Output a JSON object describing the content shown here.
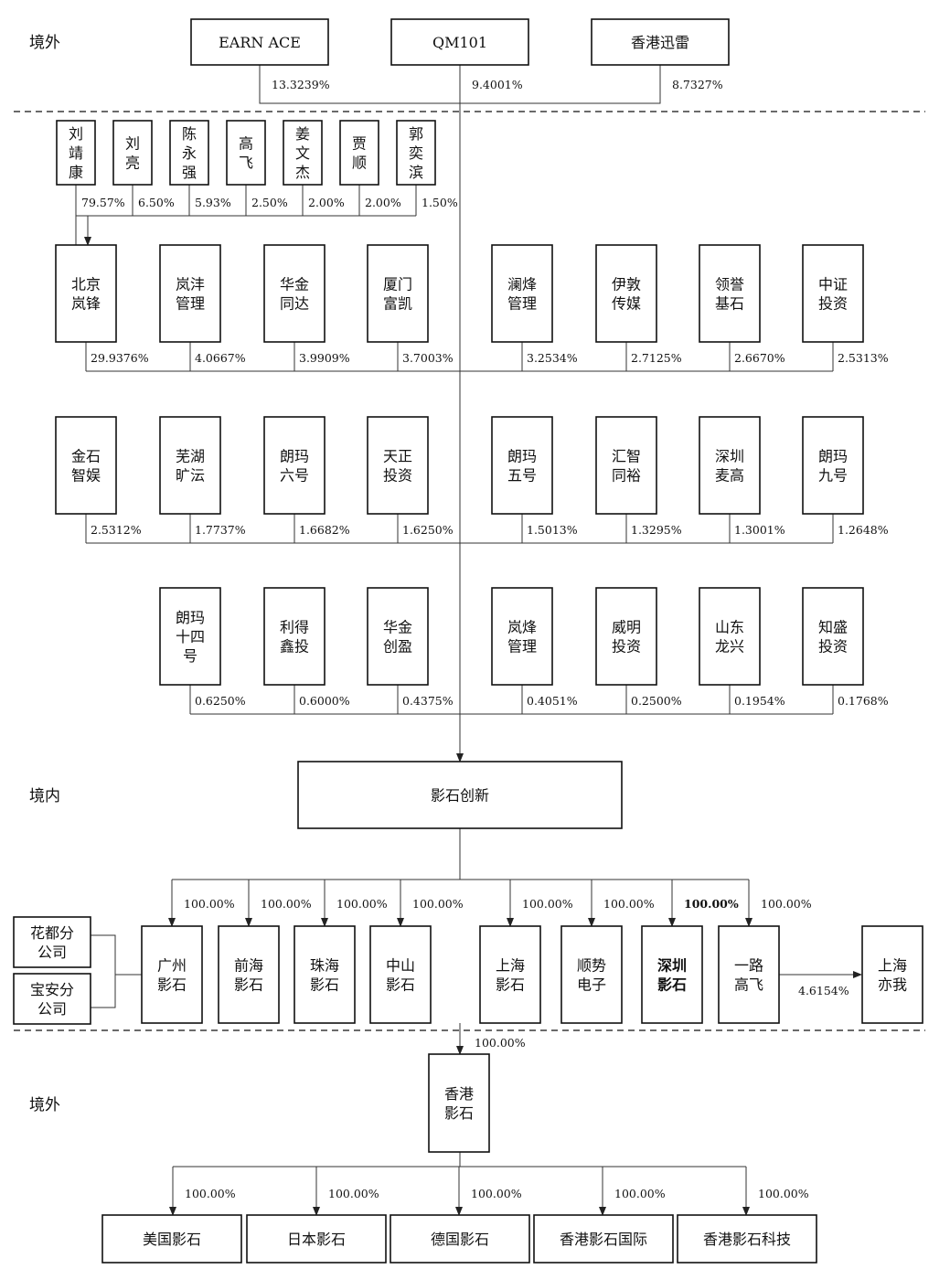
{
  "regions": {
    "top": "境外",
    "middle": "境内",
    "bottom": "境外"
  },
  "offshore_holders": [
    {
      "name": "EARN ACE",
      "pct": "13.3239%"
    },
    {
      "name": "QM101",
      "pct": "9.4001%"
    },
    {
      "name": "香港迅雷",
      "pct": "8.7327%"
    }
  ],
  "individuals": [
    {
      "name": "刘靖康",
      "pct": "79.57%"
    },
    {
      "name": "刘亮",
      "pct": "6.50%"
    },
    {
      "name": "陈永强",
      "pct": "5.93%"
    },
    {
      "name": "高飞",
      "pct": "2.50%"
    },
    {
      "name": "姜文杰",
      "pct": "2.00%"
    },
    {
      "name": "贾顺",
      "pct": "2.00%"
    },
    {
      "name": "郭奕滨",
      "pct": "1.50%"
    }
  ],
  "shareholder_rows": [
    [
      {
        "name": "北京岚锋",
        "pct": "29.9376%"
      },
      {
        "name": "岚沣管理",
        "pct": "4.0667%"
      },
      {
        "name": "华金同达",
        "pct": "3.9909%"
      },
      {
        "name": "厦门富凯",
        "pct": "3.7003%"
      },
      {
        "name": "澜烽管理",
        "pct": "3.2534%"
      },
      {
        "name": "伊敦传媒",
        "pct": "2.7125%"
      },
      {
        "name": "领誉基石",
        "pct": "2.6670%"
      },
      {
        "name": "中证投资",
        "pct": "2.5313%"
      }
    ],
    [
      {
        "name": "金石智娱",
        "pct": "2.5312%"
      },
      {
        "name": "芜湖旷沄",
        "pct": "1.7737%"
      },
      {
        "name": "朗玛六号",
        "pct": "1.6682%"
      },
      {
        "name": "天正投资",
        "pct": "1.6250%"
      },
      {
        "name": "朗玛五号",
        "pct": "1.5013%"
      },
      {
        "name": "汇智同裕",
        "pct": "1.3295%"
      },
      {
        "name": "深圳麦高",
        "pct": "1.3001%"
      },
      {
        "name": "朗玛九号",
        "pct": "1.2648%"
      }
    ],
    [
      {
        "name": "朗玛十四号",
        "pct": "0.6250%"
      },
      {
        "name": "利得鑫投",
        "pct": "0.6000%"
      },
      {
        "name": "华金创盈",
        "pct": "0.4375%"
      },
      {
        "name": "岚烽管理",
        "pct": "0.4051%"
      },
      {
        "name": "威明投资",
        "pct": "0.2500%"
      },
      {
        "name": "山东龙兴",
        "pct": "0.1954%"
      },
      {
        "name": "知盛投资",
        "pct": "0.1768%"
      }
    ]
  ],
  "company": {
    "name": "影石创新"
  },
  "branches": [
    {
      "name": "花都分公司"
    },
    {
      "name": "宝安分公司"
    }
  ],
  "domestic_subs": [
    {
      "name": "广州影石",
      "pct": "100.00%"
    },
    {
      "name": "前海影石",
      "pct": "100.00%"
    },
    {
      "name": "珠海影石",
      "pct": "100.00%"
    },
    {
      "name": "中山影石",
      "pct": "100.00%"
    },
    {
      "name": "上海影石",
      "pct": "100.00%"
    },
    {
      "name": "顺势电子",
      "pct": "100.00%"
    },
    {
      "name": "深圳影石",
      "pct": "100.00%"
    },
    {
      "name": "一路高飞",
      "pct": "100.00%"
    }
  ],
  "investee": {
    "name": "上海亦我",
    "pct": "4.6154%"
  },
  "hk": {
    "name": "香港影石",
    "pct": "100.00%"
  },
  "overseas_subs": [
    {
      "name": "美国影石",
      "pct": "100.00%"
    },
    {
      "name": "日本影石",
      "pct": "100.00%"
    },
    {
      "name": "德国影石",
      "pct": "100.00%"
    },
    {
      "name": "香港影石国际",
      "pct": "100.00%"
    },
    {
      "name": "香港影石科技",
      "pct": "100.00%"
    }
  ]
}
